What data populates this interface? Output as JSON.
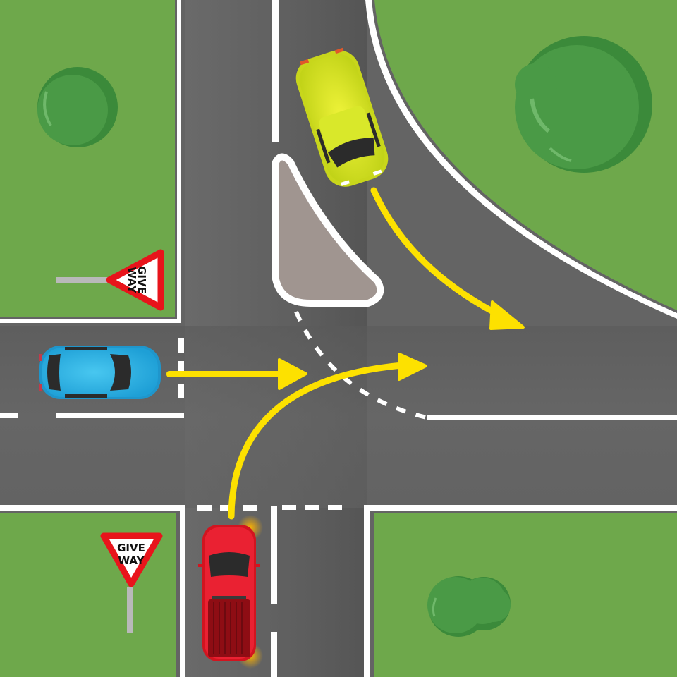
{
  "scene": {
    "title": "T-intersection with give way signs",
    "colors": {
      "grass": "#6ea84b",
      "road": "#646464",
      "road_dark": "#575757",
      "marking": "#ffffff",
      "arrow": "#fde100",
      "island": "#a09590",
      "tree_dark": "#3b8a3a",
      "tree_mid": "#4a9a46",
      "tree_light": "#6fb86a",
      "sign_red": "#e8141b",
      "post": "#b9b9b9"
    }
  },
  "signs": [
    {
      "id": "give-way-left",
      "line1": "GIVE",
      "line2": "WAY",
      "orientation": "rotated-90"
    },
    {
      "id": "give-way-bottom",
      "line1": "GIVE",
      "line2": "WAY",
      "orientation": "upright"
    }
  ],
  "vehicles": [
    {
      "id": "yellow-car",
      "color": "#d4e51e",
      "direction": "turning-left-from-north"
    },
    {
      "id": "blue-car",
      "color": "#29b3e6",
      "direction": "straight-east"
    },
    {
      "id": "red-ute",
      "color": "#e51a2c",
      "direction": "turning-right-from-south",
      "indicator": "right"
    }
  ],
  "paths": [
    {
      "id": "yellow-car-path",
      "label": "curve to east"
    },
    {
      "id": "blue-car-path",
      "label": "straight east"
    },
    {
      "id": "red-ute-path",
      "label": "right turn to east"
    }
  ]
}
